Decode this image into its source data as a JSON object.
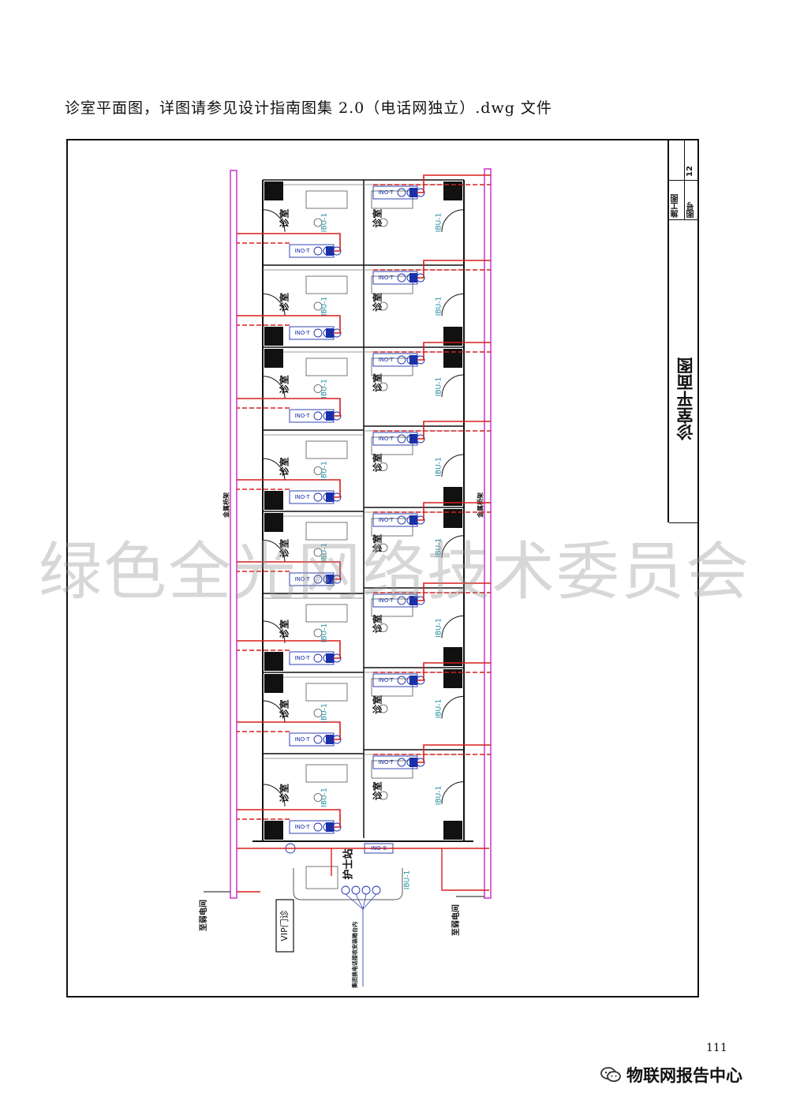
{
  "caption": "诊室平面图，详图请参见设计指南图集 2.0（电话网独立）.dwg 文件",
  "title_block": {
    "label_construction": "施工图",
    "sheet_number": "12",
    "label_drawing_no": "图号",
    "drawing_title": "诊室平面图"
  },
  "plan": {
    "room_label": "诊室",
    "ibu_label": "IBU-1",
    "ino_label": "INO-T",
    "ino8_label": "INO-8",
    "nurse_station": "护士站",
    "vip_clinic": "VIP门诊",
    "to_weak_room": "至弱电间",
    "metal_tray": "金属桥架",
    "desk_note": "集团换电话接收安装箱台内",
    "colors": {
      "pipe": "#d81e1e",
      "tray": "#cc33cc",
      "device": "#1a2faa",
      "label": "#1a8aa0"
    }
  },
  "watermark": "绿色全光网络技术委员会",
  "page_number": "111",
  "brand": {
    "name": "物联网报告中心",
    "icon": "wechat-icon"
  }
}
